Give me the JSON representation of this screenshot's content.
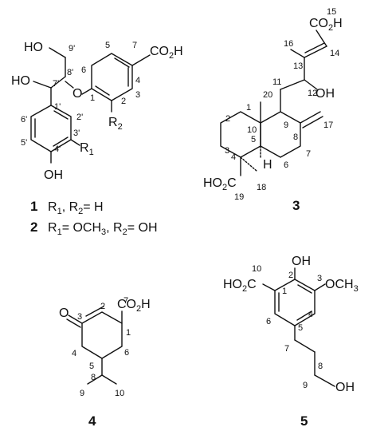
{
  "compounds": [
    {
      "id": "1",
      "substituents": {
        "R1": "H",
        "R2": "H"
      },
      "atom_labels": [
        "CO2H",
        "OH",
        "HO",
        "O",
        "OH",
        "R2",
        "R1"
      ],
      "numbering": [
        "1",
        "2",
        "3",
        "4",
        "5",
        "6",
        "7",
        "1'",
        "2'",
        "3'",
        "4'",
        "5'",
        "6'",
        "7'",
        "8'",
        "9'"
      ]
    },
    {
      "id": "2",
      "substituents": {
        "R1": "OCH3",
        "R2": "OH"
      }
    },
    {
      "id": "3",
      "atom_labels": [
        "CO2H",
        "OH",
        "HO2C",
        "H"
      ],
      "numbering": [
        "1",
        "2",
        "3",
        "4",
        "5",
        "6",
        "7",
        "8",
        "9",
        "10",
        "11",
        "12",
        "13",
        "14",
        "15",
        "16",
        "17",
        "18",
        "19",
        "20"
      ]
    },
    {
      "id": "4",
      "atom_labels": [
        "O",
        "CO2H"
      ],
      "numbering": [
        "1",
        "2",
        "3",
        "4",
        "5",
        "6",
        "7",
        "8",
        "9",
        "10"
      ]
    },
    {
      "id": "5",
      "atom_labels": [
        "OH",
        "HO2C",
        "OCH3",
        "OH"
      ],
      "numbering": [
        "1",
        "2",
        "3",
        "4",
        "5",
        "6",
        "7",
        "8",
        "9",
        "10"
      ]
    }
  ],
  "legend": {
    "line1": {
      "id": "1",
      "text": "R1, R2= H"
    },
    "line2": {
      "id": "2",
      "text": "R1= OCH3, R2= OH"
    }
  }
}
